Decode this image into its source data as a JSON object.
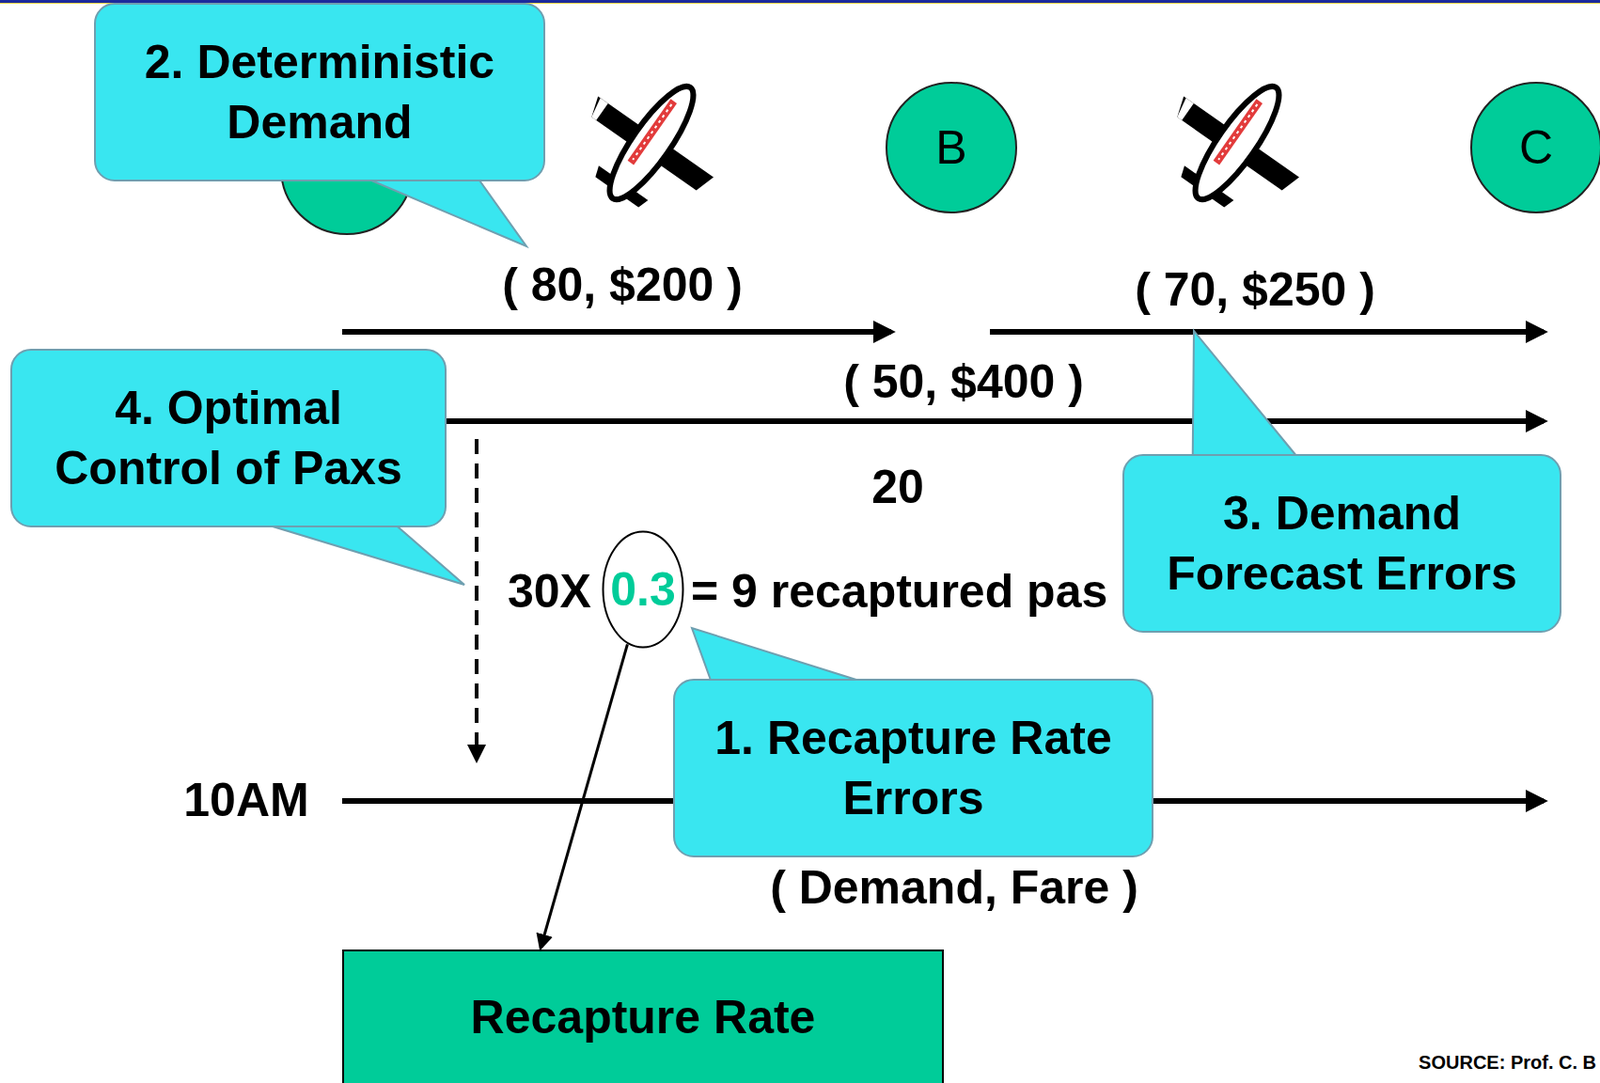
{
  "diagram": {
    "nodes": [
      {
        "text": [
          "2. Deterministic Demand"
        ]
      },
      {
        "text": [
          "B"
        ]
      },
      {
        "text": [
          "C"
        ]
      },
      {
        "text": [
          "4. Optimal Control of Paxs"
        ]
      },
      {
        "text": [
          "0.3"
        ]
      },
      {
        "text": [
          "3. Demand Forecast Errors"
        ]
      },
      {
        "text": [
          "1. Recapture Rate Errors"
        ]
      },
      {
        "text": [
          "Recapture Rate"
        ]
      }
    ],
    "edges": [
      {
        "from": 4,
        "to": 7,
        "arrow": "to"
      }
    ],
    "labels": [
      "( 80, $200 )",
      "( 70, $250 )",
      "( 50, $400 )",
      "20",
      "30X",
      "= 9 recaptured pas",
      "10AM",
      "( Demand, Fare )",
      "SOURCE: Prof. C. B"
    ]
  }
}
